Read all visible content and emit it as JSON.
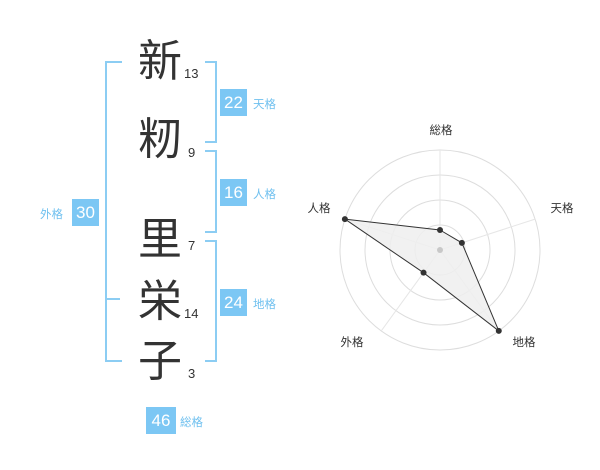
{
  "name": {
    "characters": [
      {
        "char": "新",
        "strokes": "13"
      },
      {
        "char": "籾",
        "strokes": "9"
      },
      {
        "char": "里",
        "strokes": "7"
      },
      {
        "char": "栄",
        "strokes": "14"
      },
      {
        "char": "子",
        "strokes": "3"
      }
    ]
  },
  "fortunes": {
    "tenkaku": {
      "value": "22",
      "label": "天格"
    },
    "jinkaku": {
      "value": "16",
      "label": "人格"
    },
    "chikaku": {
      "value": "24",
      "label": "地格"
    },
    "gaikaku": {
      "value": "30",
      "label": "外格"
    },
    "soukaku": {
      "value": "46",
      "label": "総格"
    }
  },
  "accent_color": "#7cc7f4",
  "chart_data": {
    "type": "radar",
    "axes": [
      "総格",
      "天格",
      "地格",
      "外格",
      "人格"
    ],
    "values": [
      0.2,
      0.23,
      1.0,
      0.28,
      1.0
    ],
    "range": [
      0,
      1
    ],
    "rings": 4,
    "fill": "#eeeeee",
    "line_color": "#333333"
  }
}
